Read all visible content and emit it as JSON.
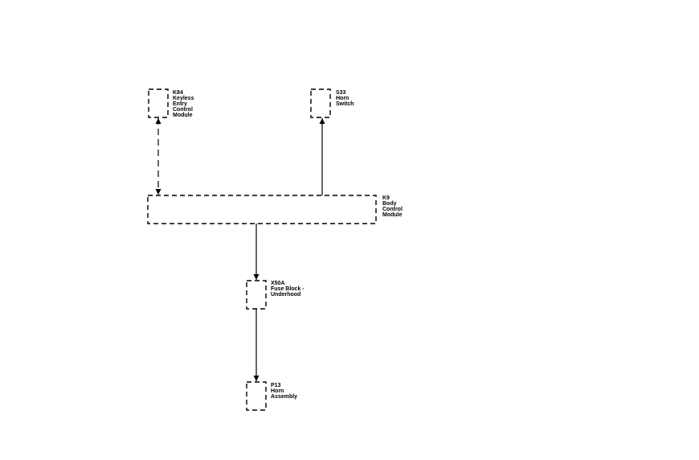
{
  "components": {
    "k84": {
      "lines": [
        "K84",
        "Keyless",
        "Entry",
        "Control",
        "Module"
      ]
    },
    "s33": {
      "lines": [
        "S33",
        "Horn",
        "Switch"
      ]
    },
    "k9": {
      "lines": [
        "K9",
        "Body",
        "Control",
        "Module"
      ]
    },
    "x50a": {
      "lines": [
        "X50A",
        "Fuse Block -",
        "Underhood"
      ]
    },
    "p13": {
      "lines": [
        "P13",
        "Horn",
        "Assembly"
      ]
    }
  },
  "connections": [
    {
      "from": "K84",
      "to": "K9",
      "style": "dashed",
      "direction": "bidirectional"
    },
    {
      "from": "K9",
      "to": "S33",
      "style": "solid",
      "direction": "to"
    },
    {
      "from": "K9",
      "to": "X50A",
      "style": "solid",
      "direction": "to"
    },
    {
      "from": "X50A",
      "to": "P13",
      "style": "solid",
      "direction": "to"
    }
  ]
}
